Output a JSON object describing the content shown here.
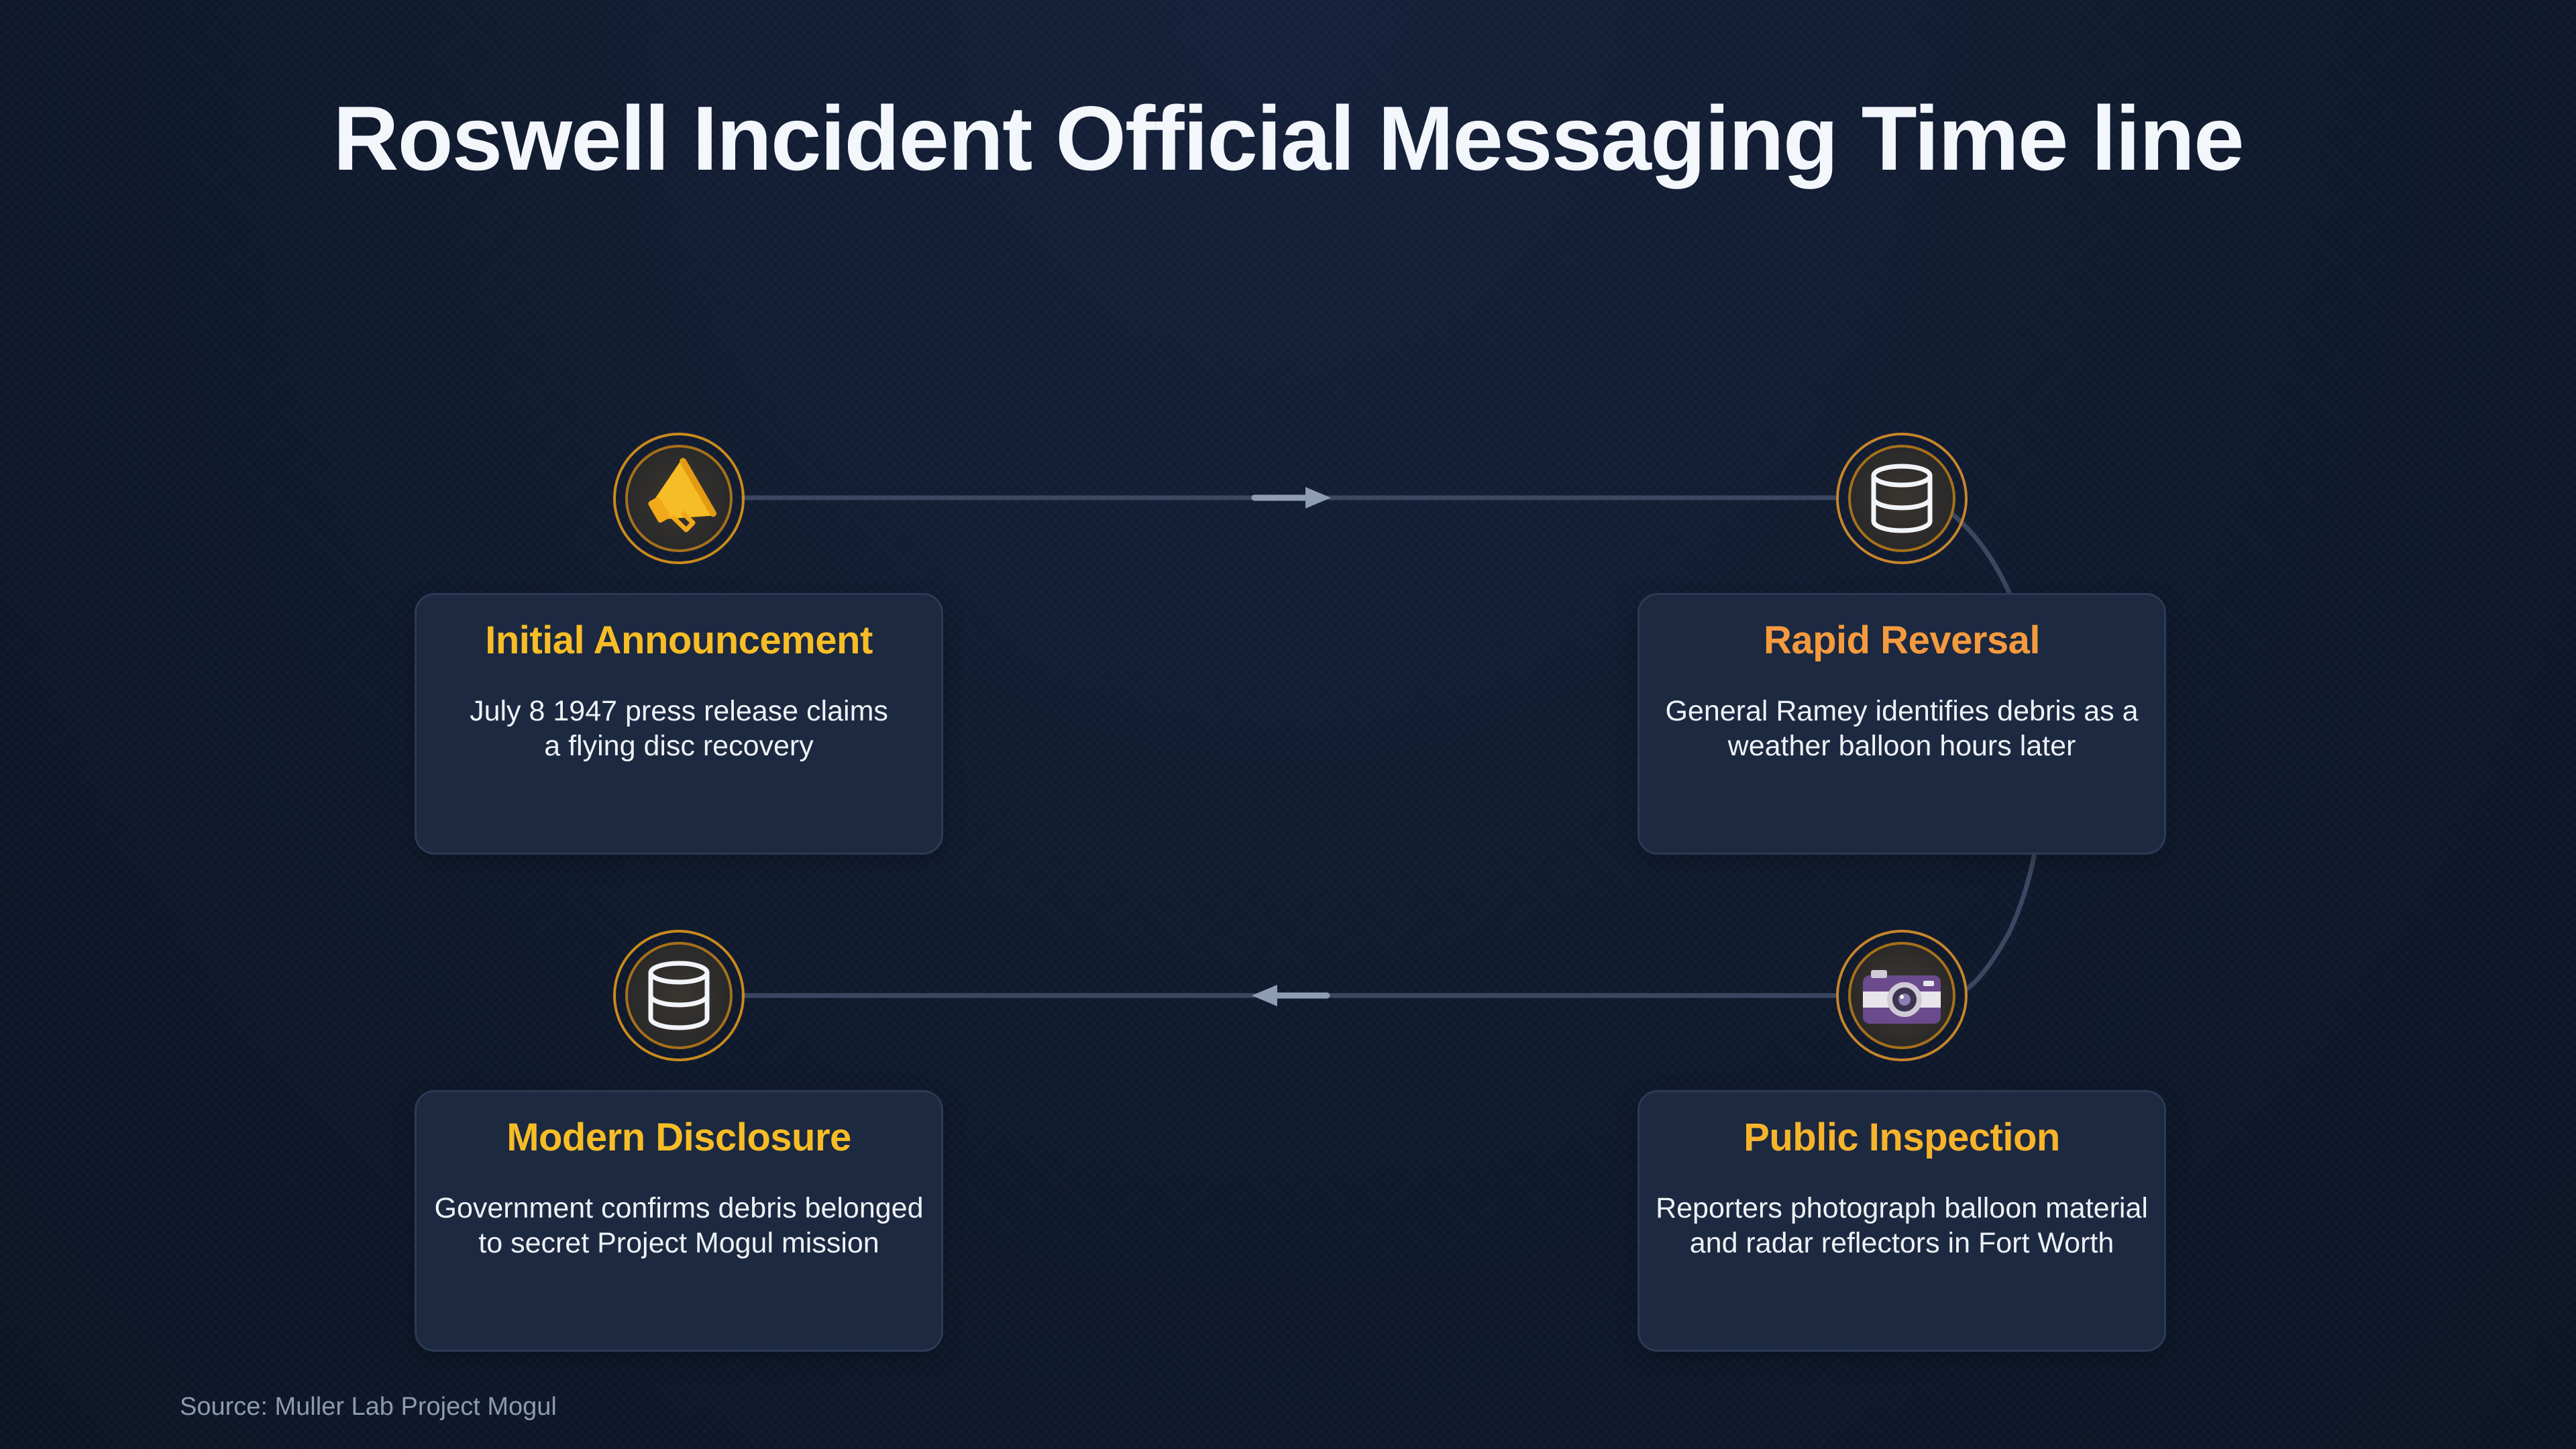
{
  "title": "Roswell Incident Official Messaging Time line",
  "source": "Source: Muller Lab Project Mogul",
  "colors": {
    "background": "#101a2e",
    "card": "#1c2940",
    "ring": "#c98a1c",
    "connector": "#3a4760",
    "arrow": "#8f9db3",
    "title_yellow": "#f7bd26",
    "title_orange": "#f59a3e"
  },
  "steps": [
    {
      "title": "Initial Announcement",
      "description_line1": "July 8 1947 press release claims",
      "description_line2": "a flying disc recovery",
      "icon": "megaphone-icon",
      "title_color": "#f7bd26"
    },
    {
      "title": "Rapid Reversal",
      "description_line1": "General Ramey identifies debris as a",
      "description_line2": "weather balloon hours later",
      "icon": "database-icon",
      "title_color": "#f59a3e"
    },
    {
      "title": "Public Inspection",
      "description_line1": "Reporters photograph balloon material",
      "description_line2": "and radar reflectors in Fort Worth",
      "icon": "camera-icon",
      "title_color": "#f7b42a"
    },
    {
      "title": "Modern Disclosure",
      "description_line1": "Government confirms debris belonged",
      "description_line2": "to secret Project Mogul mission",
      "icon": "database-icon",
      "title_color": "#f7bd26"
    }
  ]
}
